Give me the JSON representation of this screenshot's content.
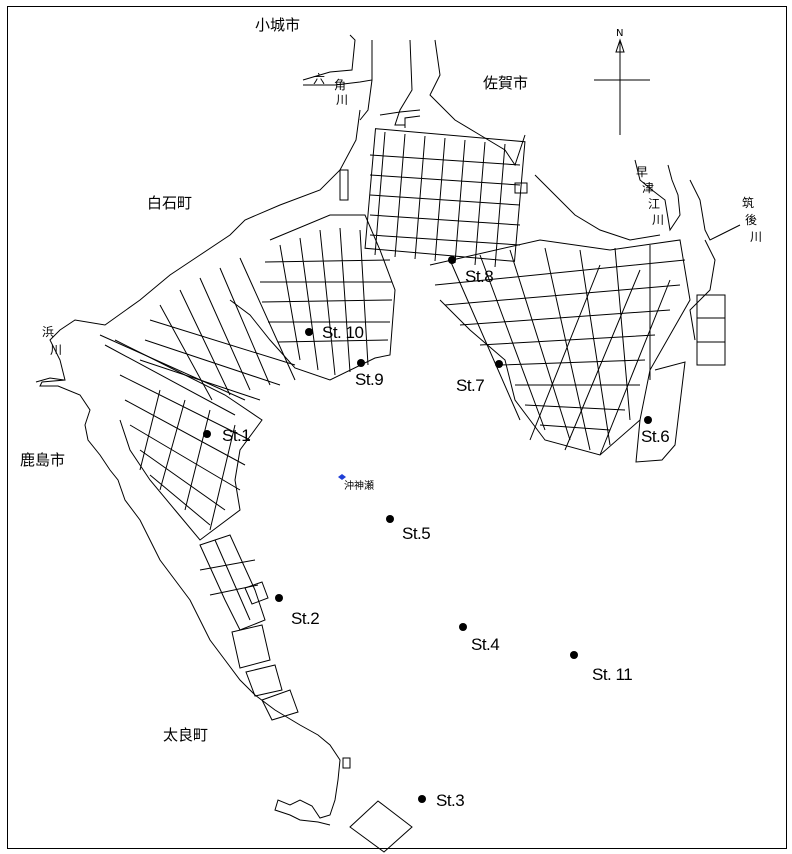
{
  "places": {
    "ogi": "小城市",
    "saga": "佐賀市",
    "shiroishi": "白石町",
    "kashima": "鹿島市",
    "tara": "太良町"
  },
  "rivers": {
    "rokkaku": [
      "六",
      "角",
      "川"
    ],
    "hayatsue": [
      "早",
      "津",
      "江",
      "川"
    ],
    "chikugo": [
      "筑",
      "後",
      "川"
    ],
    "hama": [
      "浜",
      "川"
    ]
  },
  "shoal": {
    "label": "沖神瀬",
    "color": "#1f3fd6"
  },
  "north_label": "N",
  "stations": [
    {
      "label": "St.1"
    },
    {
      "label": "St.2"
    },
    {
      "label": "St.3"
    },
    {
      "label": "St.4"
    },
    {
      "label": "St.5"
    },
    {
      "label": "St.6"
    },
    {
      "label": "St.7"
    },
    {
      "label": "St.8"
    },
    {
      "label": "St.9"
    },
    {
      "label": "St. 10"
    },
    {
      "label": "St. 11"
    }
  ]
}
